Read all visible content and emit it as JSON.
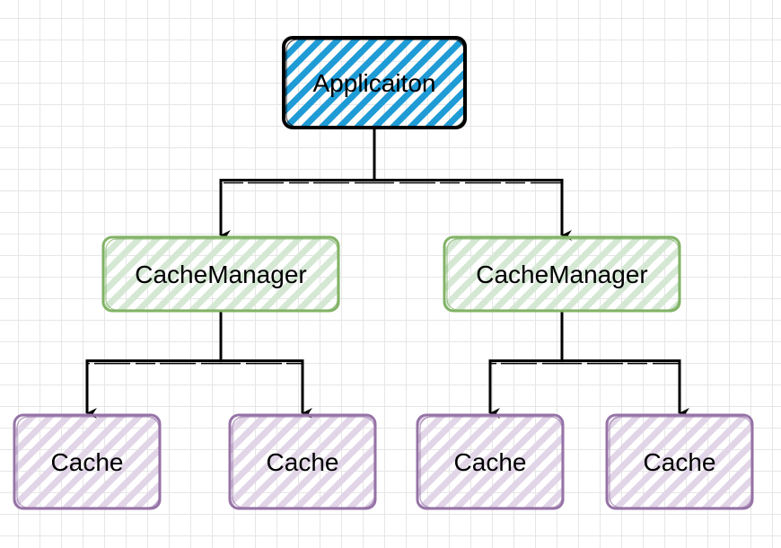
{
  "nodes": {
    "application": {
      "label": "Applicaiton",
      "fill": "#1f9bd6",
      "stroke": "#000000"
    },
    "manager_left": {
      "label": "CacheManager",
      "fill": "#d5e8d4",
      "stroke": "#82b366"
    },
    "manager_right": {
      "label": "CacheManager",
      "fill": "#d5e8d4",
      "stroke": "#82b366"
    },
    "cache_1": {
      "label": "Cache",
      "fill": "#e1d5e7",
      "stroke": "#9673a6"
    },
    "cache_2": {
      "label": "Cache",
      "fill": "#e1d5e7",
      "stroke": "#9673a6"
    },
    "cache_3": {
      "label": "Cache",
      "fill": "#e1d5e7",
      "stroke": "#9673a6"
    },
    "cache_4": {
      "label": "Cache",
      "fill": "#e1d5e7",
      "stroke": "#9673a6"
    }
  },
  "edges": [
    {
      "from": "application",
      "to": "manager_left"
    },
    {
      "from": "application",
      "to": "manager_right"
    },
    {
      "from": "manager_left",
      "to": "cache_1"
    },
    {
      "from": "manager_left",
      "to": "cache_2"
    },
    {
      "from": "manager_right",
      "to": "cache_3"
    },
    {
      "from": "manager_right",
      "to": "cache_4"
    }
  ]
}
